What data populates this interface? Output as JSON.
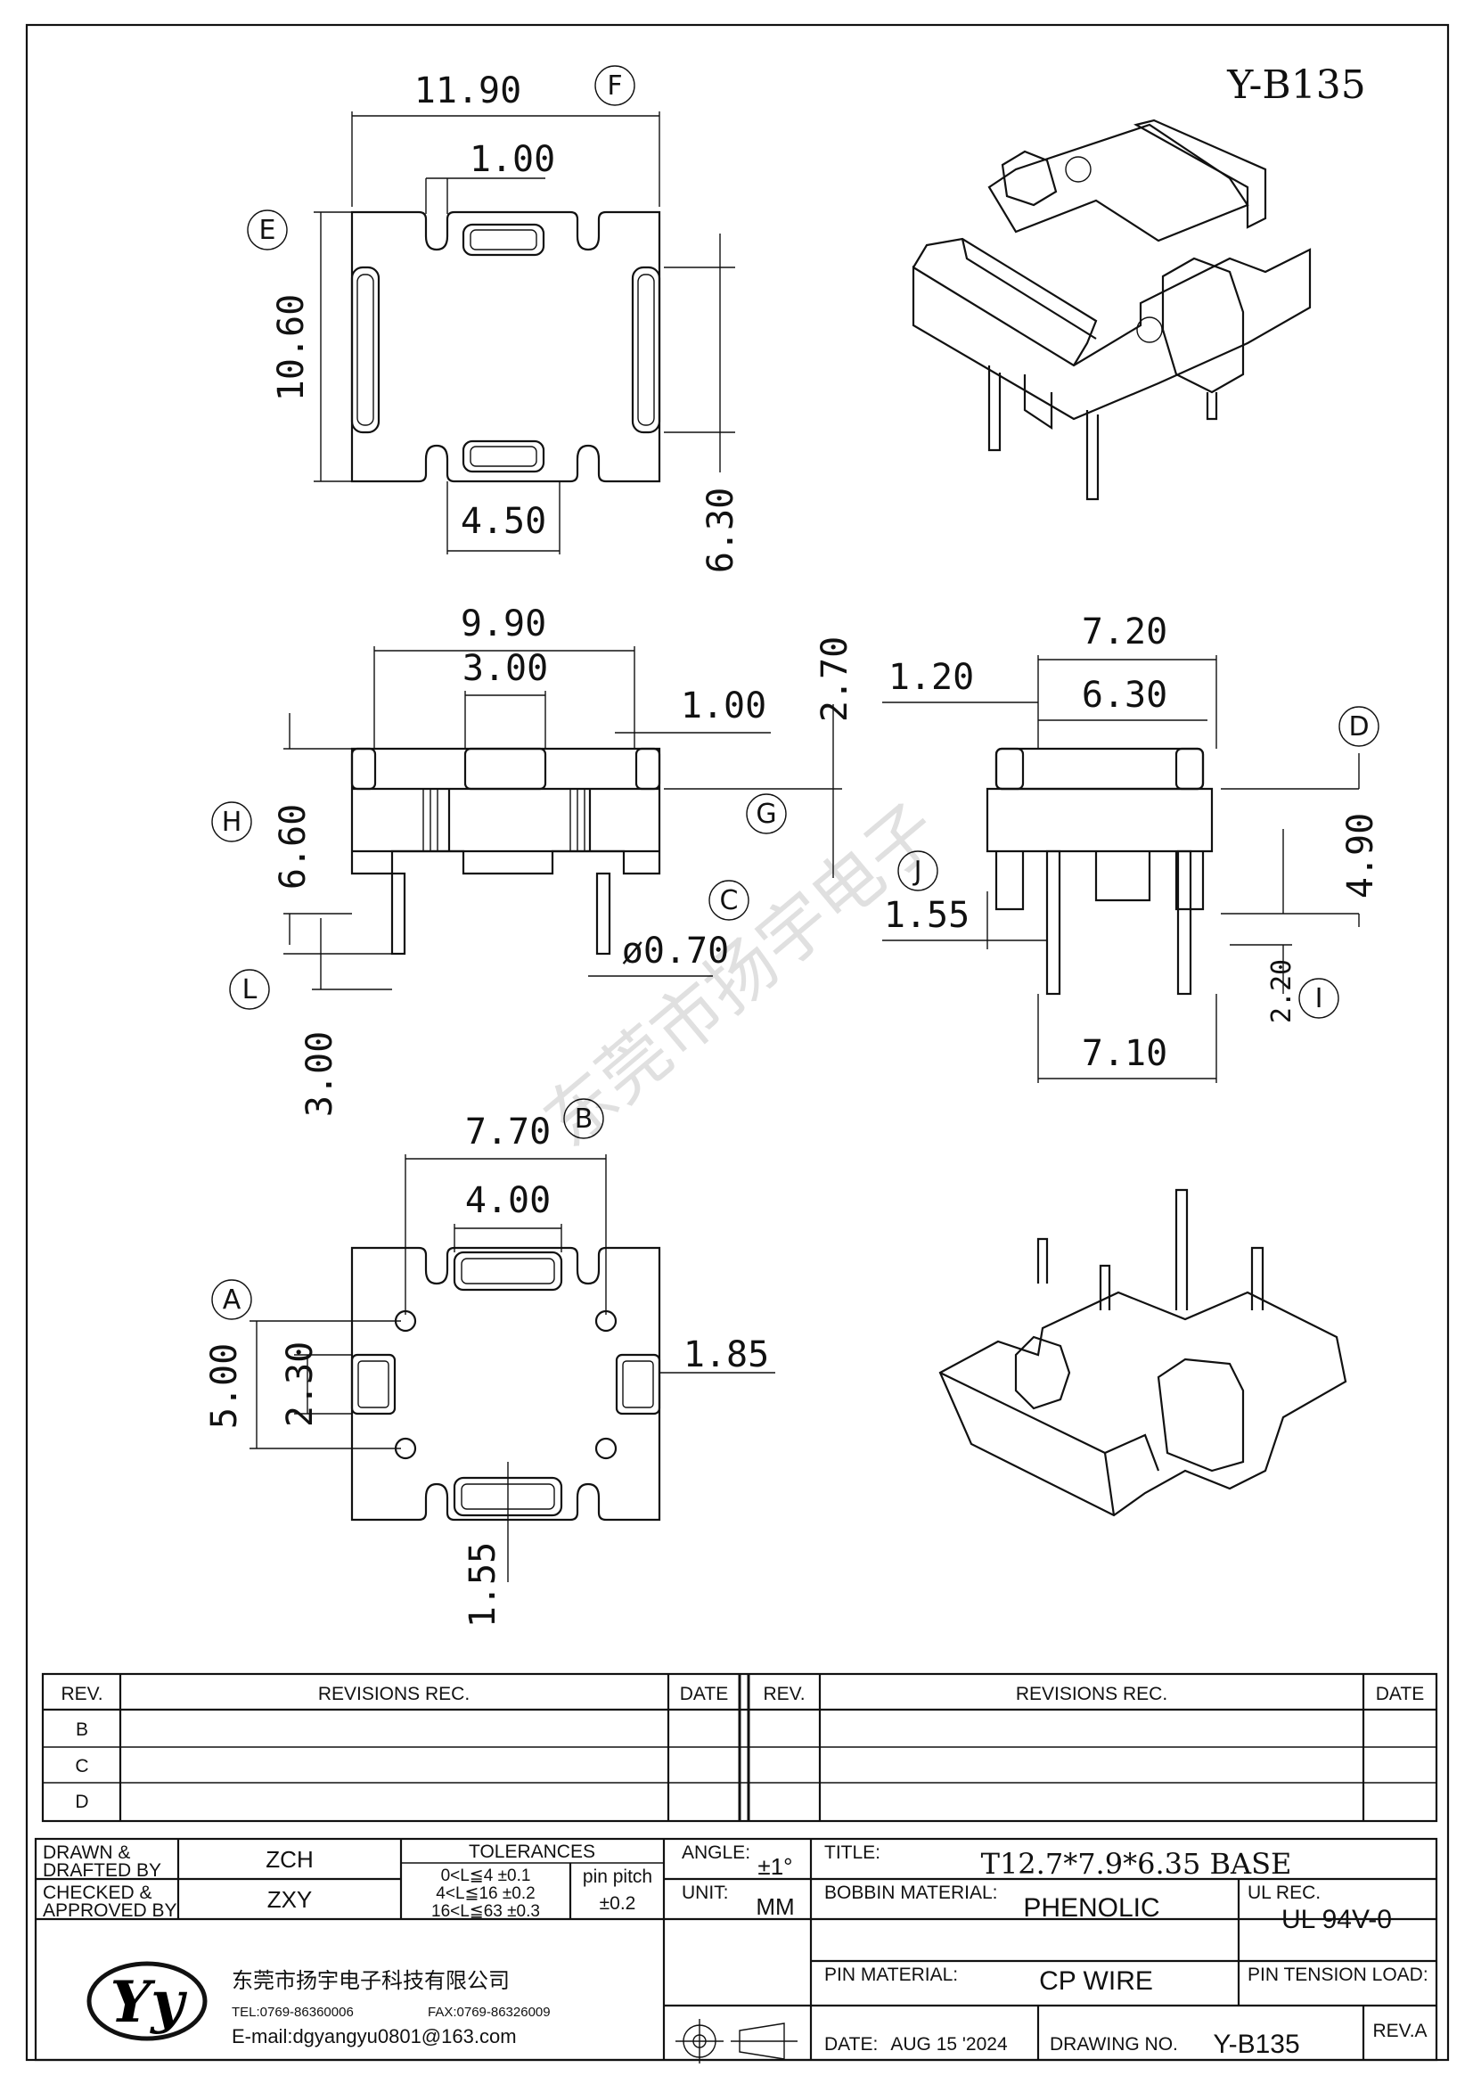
{
  "header": {
    "drawing_code": "Y-B135"
  },
  "watermark": "东莞市扬宇电子",
  "top_view": {
    "width": "11.90",
    "width_ref": "F",
    "slot": "1.00",
    "height": "10.60",
    "height_ref": "E",
    "bottom_gap": "4.50",
    "side_span": "6.30"
  },
  "front_view": {
    "width": "9.90",
    "center_block": "3.00",
    "tab": "1.00",
    "top_step": "2.70",
    "height": "6.60",
    "height_ref": "H",
    "ref_g": "G",
    "ref_c": "C",
    "pin_dia": "ø0.70",
    "pin_len": "3.00",
    "pin_len_ref": "L"
  },
  "side_view": {
    "width": "7.20",
    "tab": "1.20",
    "inner": "6.30",
    "ref_d": "D",
    "height": "4.90",
    "ref_j": "J",
    "pin_offset": "1.55",
    "pin_len": "2.20",
    "pin_len_ref": "I",
    "pin_pitch": "7.10"
  },
  "bottom_view": {
    "pin_span": "7.70",
    "pin_span_ref": "B",
    "slot": "4.00",
    "pin_pitch_v": "5.00",
    "pin_pitch_v_ref": "A",
    "side_slot": "2.30",
    "side_offset": "1.85",
    "bottom_offset": "1.55"
  },
  "revisions": {
    "headers": {
      "rev": "REV.",
      "rec": "REVISIONS  REC.",
      "date": "DATE"
    },
    "rows": [
      "B",
      "C",
      "D"
    ]
  },
  "title_block": {
    "drawn_label": "DRAWN &",
    "drafted_label": "DRAFTED BY",
    "drawn_value": "ZCH",
    "checked_label": "CHECKED &",
    "approved_label": "APPROVED BY",
    "checked_value": "ZXY",
    "tolerances_label": "TOLERANCES",
    "tol_rows": [
      "0<L≦4   ±0.1",
      "4<L≦16  ±0.2",
      "16<L≦63  ±0.3"
    ],
    "pin_pitch_label": "pin  pitch",
    "pin_pitch_value": "±0.2",
    "angle_label": "ANGLE:",
    "angle_value": "±1°",
    "unit_label": "UNIT:",
    "unit_value": "MM",
    "title_label": "TITLE:",
    "title_value": "T12.7*7.9*6.35  BASE",
    "bobbin_material_label": "BOBBIN  MATERIAL:",
    "bobbin_material_value": "PHENOLIC",
    "ul_label": "UL  REC.",
    "ul_value": "UL  94V-0",
    "pin_material_label": "PIN  MATERIAL:",
    "pin_material_value": "CP  WIRE",
    "pin_tension_label": "PIN  TENSION  LOAD:",
    "date_label": "DATE:",
    "date_value": "AUG 15 '2024",
    "drawing_no_label": "DRAWING  NO.",
    "drawing_no_value": "Y-B135",
    "rev_label": "REV.A",
    "company_name": "东莞市扬宇电子科技有限公司",
    "tel": "TEL:0769-86360006",
    "fax": "FAX:0769-86326009",
    "email": "E-mail:dgyangyu0801@163.com",
    "logo_letters": "Yy"
  }
}
